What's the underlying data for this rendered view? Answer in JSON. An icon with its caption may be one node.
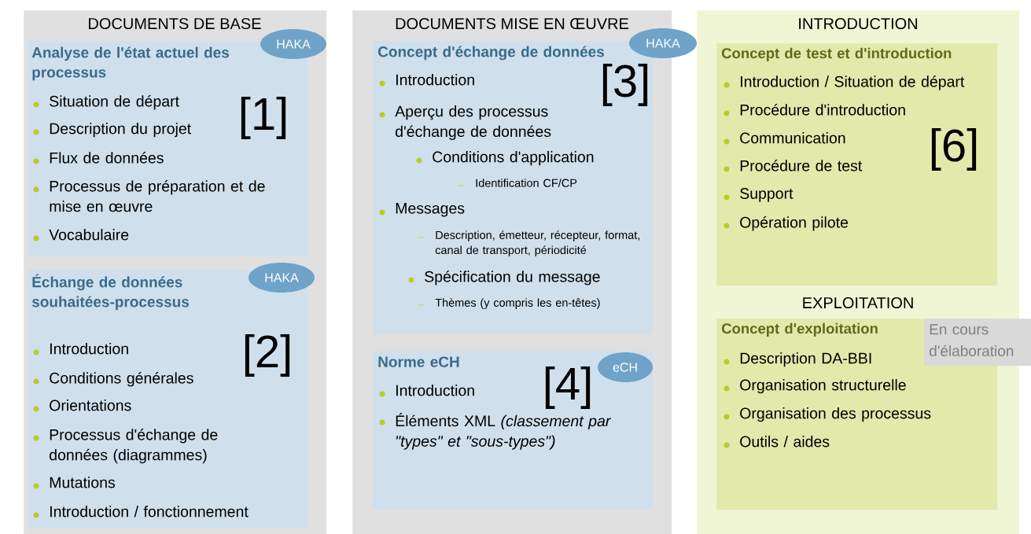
{
  "diagram": {
    "nodes": [
      {
        "text": [
          "DOCUMENTS DE BASE"
        ]
      },
      {
        "text": [
          "Analyse de l'état actuel des processus",
          "Situation de départ",
          "Description du projet",
          "Flux de données",
          "Processus de préparation et de mise en œuvre",
          "Vocabulaire",
          "[1]"
        ],
        "in": 0
      },
      {
        "text": [
          "HAKA"
        ],
        "in": 0
      },
      {
        "text": [
          "Échange de données souhaitées-processus",
          "Introduction",
          "Conditions générales",
          "Orientations",
          "Processus d'échange de données (diagrammes)",
          "Mutations",
          "Introduction / fonctionnement",
          "[2]"
        ],
        "in": 0
      },
      {
        "text": [
          "HAKA"
        ],
        "in": 0
      },
      {
        "text": [
          "DOCUMENTS MISE EN ŒUVRE"
        ]
      },
      {
        "text": [
          "Concept d'échange de données",
          "Introduction",
          "Aperçu des processus d'échange de données",
          "Conditions d'application",
          "Identification CF/CP",
          "Messages",
          "Description, émetteur, récepteur, format, canal de transport, périodicité",
          "Spécification du message",
          "Thèmes (y compris les en-têtes)",
          "[3]"
        ],
        "in": 5
      },
      {
        "text": [
          "HAKA"
        ]
      },
      {
        "text": [
          "Norme eCH",
          "Introduction",
          "Éléments XML *(classement par \"types\" et \"sous-types\")*",
          "[4]"
        ],
        "in": 5
      },
      {
        "text": [
          "eCH"
        ],
        "in": 8
      },
      {
        "text": [
          "INTRODUCTION"
        ]
      },
      {
        "text": [
          "Concept de test et d'introduction",
          "Introduction / Situation de départ",
          "Procédure d'introduction",
          "Communication",
          "Procédure de test",
          "Support",
          "Opération pilote",
          "[6]"
        ],
        "in": 10
      },
      {
        "text": [
          "EXPLOITATION",
          "Concept d'exploitation",
          "Description DA-BBI",
          "Organisation structurelle",
          "Organisation des processus",
          "Outils / aides"
        ],
        "in": 10
      },
      {
        "text": [
          "En cours d'élaboration"
        ]
      }
    ]
  }
}
